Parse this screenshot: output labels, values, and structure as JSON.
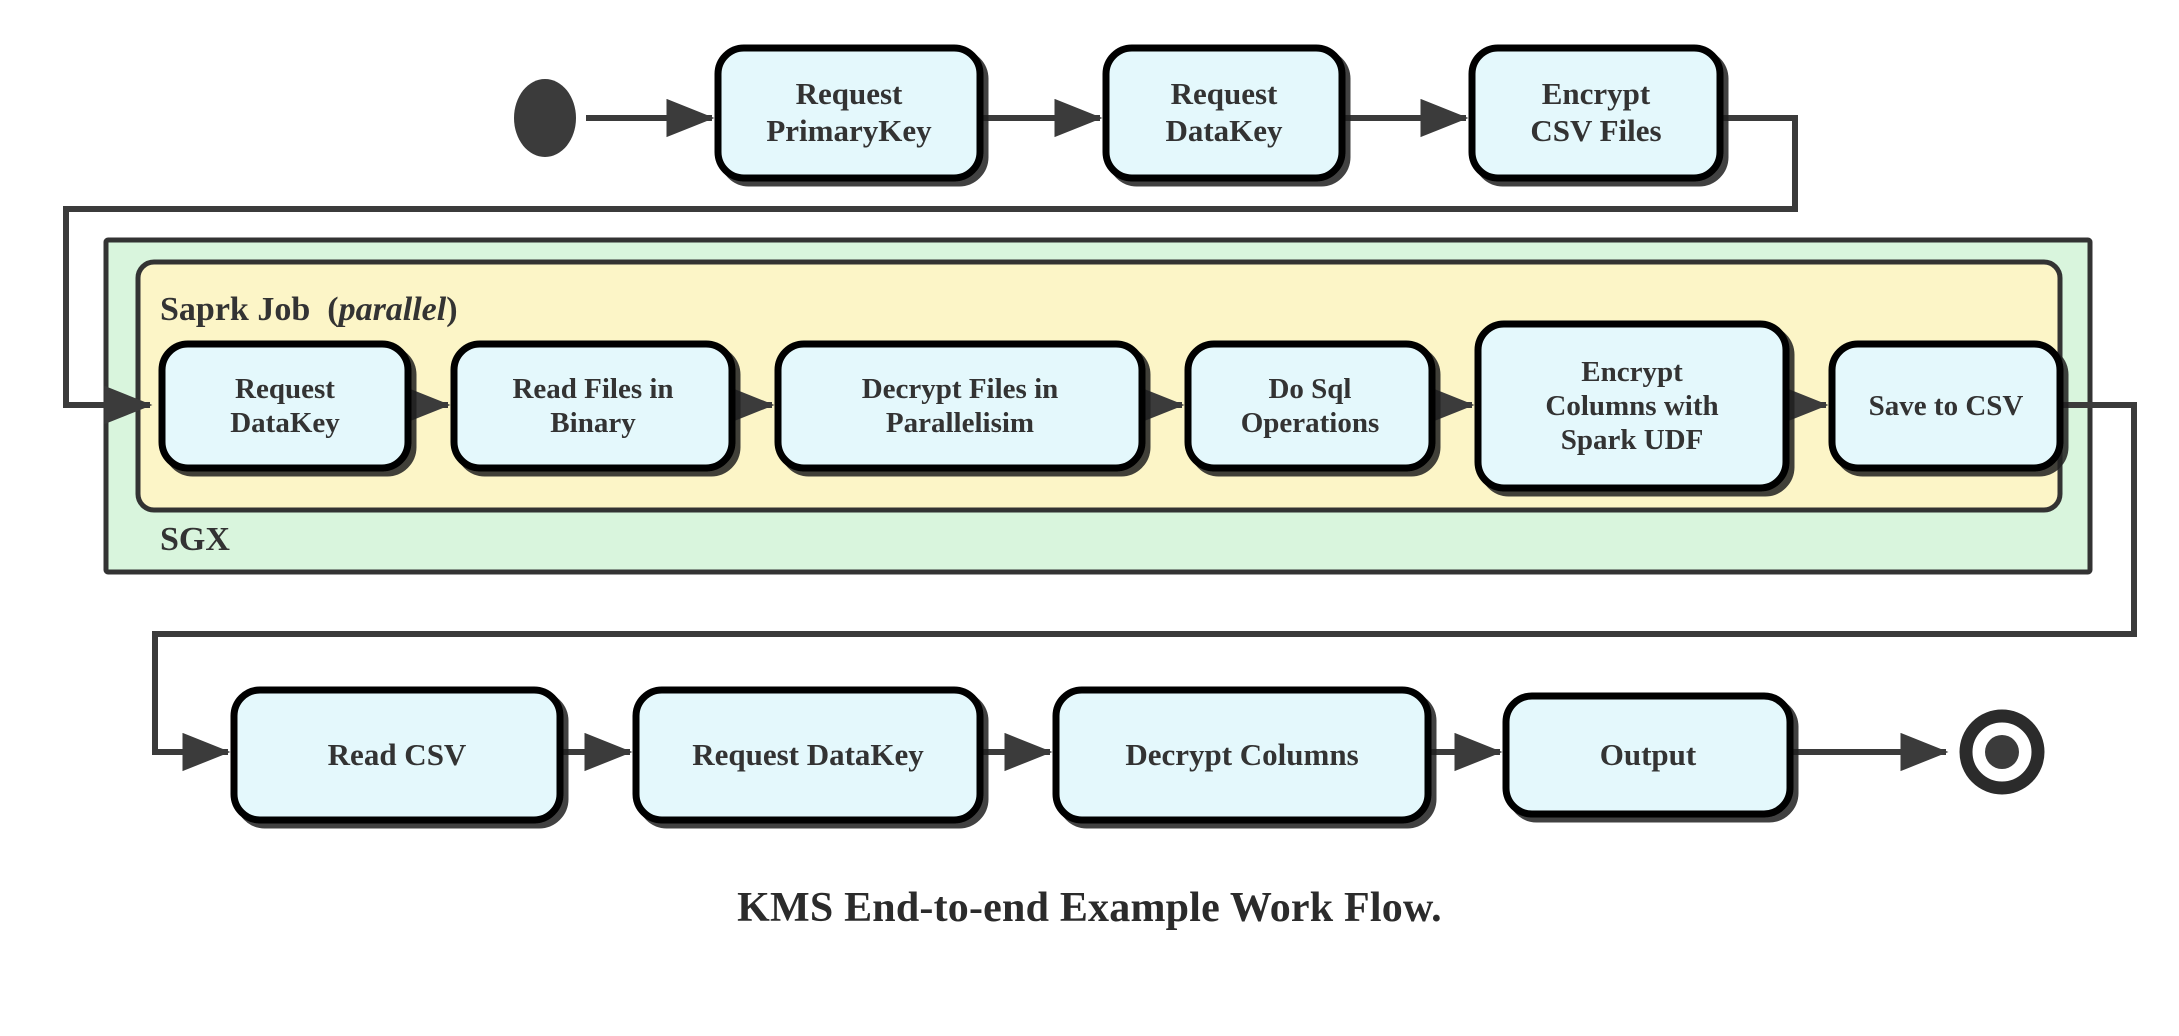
{
  "figure": {
    "caption": "KMS End-to-end Example Work Flow.",
    "type": "activity-flow-diagram"
  },
  "colors": {
    "node_fill": "#e4f8fc",
    "node_stroke": "#000000",
    "sgx_fill": "#d9f5dd",
    "spark_fill": "#fcf5c7",
    "group_stroke": "#333333",
    "edge": "#3b3b3b",
    "text": "#333333",
    "caption_text": "#2b2b2b",
    "page_bg": "#ffffff"
  },
  "groups": {
    "sgx": {
      "label": "SGX"
    },
    "spark": {
      "label_bold": "Saprk Job",
      "label_paren_open": "(",
      "label_italic": "parallel",
      "label_paren_close": ")"
    }
  },
  "markers": {
    "start": "start-node",
    "end": "end-node"
  },
  "rows": {
    "top": [
      {
        "id": "request-primarykey",
        "label": "Request\nPrimaryKey"
      },
      {
        "id": "request-datakey-top",
        "label": "Request\nDataKey"
      },
      {
        "id": "encrypt-csv-files",
        "label": "Encrypt\nCSV Files"
      }
    ],
    "spark": [
      {
        "id": "request-datakey-spark",
        "label": "Request\nDataKey"
      },
      {
        "id": "read-files-in-binary",
        "label": "Read Files in\nBinary"
      },
      {
        "id": "decrypt-files-in-parallelisim",
        "label": "Decrypt Files in\nParallelisim"
      },
      {
        "id": "do-sql-operations",
        "label": "Do Sql\nOperations"
      },
      {
        "id": "encrypt-columns-with-spark-udf",
        "label": "Encrypt\nColumns with\nSpark UDF"
      },
      {
        "id": "save-to-csv",
        "label": "Save to CSV"
      }
    ],
    "bottom": [
      {
        "id": "read-csv",
        "label": "Read CSV"
      },
      {
        "id": "request-datakey-bottom",
        "label": "Request DataKey"
      },
      {
        "id": "decrypt-columns",
        "label": "Decrypt Columns"
      },
      {
        "id": "output",
        "label": "Output"
      }
    ]
  },
  "flow_sequence": [
    "start-node",
    "Request PrimaryKey",
    "Request DataKey",
    "Encrypt CSV Files",
    "Request DataKey",
    "Read Files in Binary",
    "Decrypt Files in Parallelisim",
    "Do Sql Operations",
    "Encrypt Columns with Spark UDF",
    "Save to CSV",
    "Read CSV",
    "Request DataKey",
    "Decrypt Columns",
    "Output",
    "end-node"
  ]
}
